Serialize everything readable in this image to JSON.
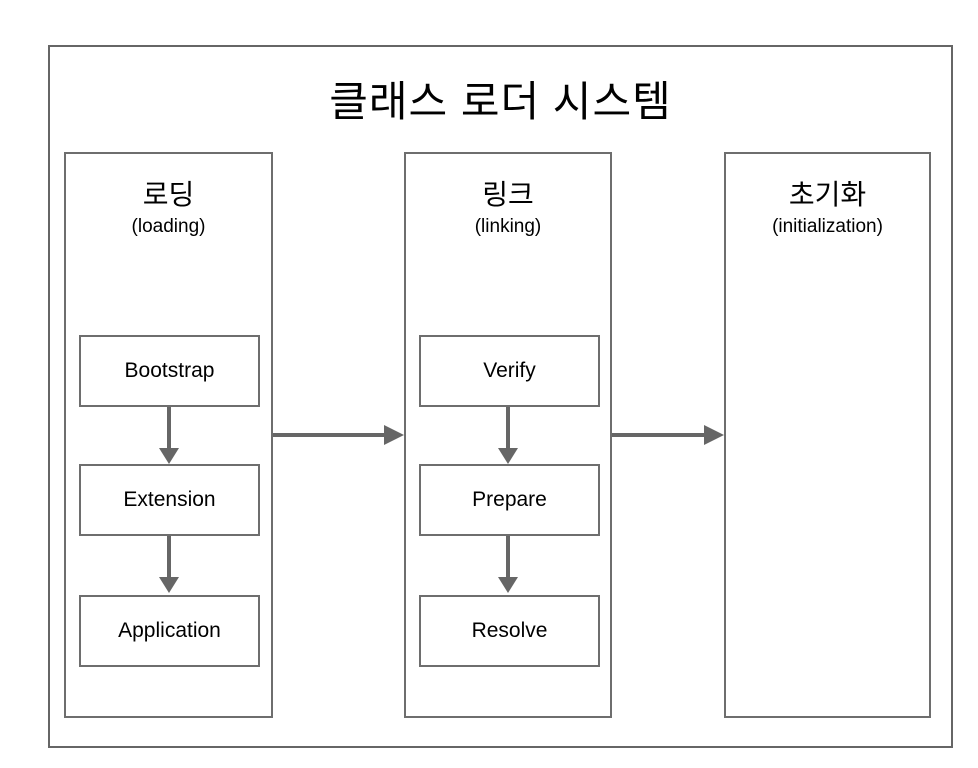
{
  "diagram": {
    "title": "클래스 로더 시스템",
    "columns": [
      {
        "label": "로딩",
        "sublabel": "(loading)",
        "steps": [
          "Bootstrap",
          "Extension",
          "Application"
        ]
      },
      {
        "label": "링크",
        "sublabel": "(linking)",
        "steps": [
          "Verify",
          "Prepare",
          "Resolve"
        ]
      },
      {
        "label": "초기화",
        "sublabel": "(initialization)",
        "steps": []
      }
    ],
    "flow_arrows": [
      {
        "from": "로딩 (loading)",
        "to": "링크 (linking)"
      },
      {
        "from": "링크 (linking)",
        "to": "초기화 (initialization)"
      }
    ],
    "colors": {
      "border": "#666666",
      "box_border": "#6e6e6e",
      "arrow": "#666666",
      "text": "#000000",
      "background": "#ffffff"
    }
  }
}
